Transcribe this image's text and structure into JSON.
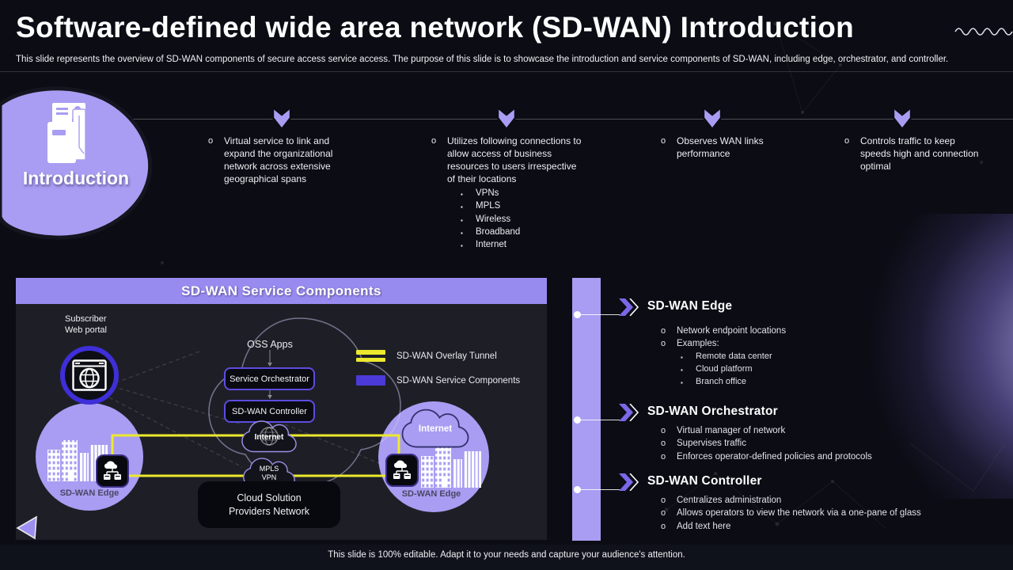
{
  "header": {
    "title": "Software-defined wide area network (SD-WAN) Introduction",
    "subtitle": "This slide represents the overview of SD-WAN components of secure access service access. The purpose of this slide is to showcase the introduction and service components of SD-WAN, including edge, orchestrator, and controller."
  },
  "intro": {
    "label": "Introduction"
  },
  "columns": [
    {
      "text": "Virtual service to link and expand the organizational network across extensive geographical spans",
      "subitems": []
    },
    {
      "text": "Utilizes following connections to allow access of business resources to users irrespective of their locations",
      "subitems": [
        "VPNs",
        "MPLS",
        "Wireless",
        "Broadband",
        "Internet"
      ]
    },
    {
      "text": "Observes WAN links performance",
      "subitems": []
    },
    {
      "text": "Controls traffic to keep speeds high and connection optimal",
      "subitems": []
    }
  ],
  "diagram": {
    "title": "SD-WAN Service Components",
    "subscriber_label": "Subscriber\nWeb portal",
    "oss_apps_label": "OSS Apps",
    "service_orchestrator_label": "Service Orchestrator",
    "controller_label": "SD-WAN Controller",
    "internet_hub_label": "Internet",
    "mpls_vpn_label": "MPLS\nVPN",
    "cloud_providers_label": "Cloud Solution\nProviders  Network",
    "internet_cloud_label": "Internet",
    "edge_left_label": "SD-WAN Edge",
    "edge_right_label": "SD-WAN Edge",
    "legend": [
      {
        "label": "SD-WAN Overlay Tunnel",
        "color": "#ece92f",
        "style": "double-line"
      },
      {
        "label": "SD-WAN Service Components",
        "color": "#4b3ad8",
        "style": "solid-rect"
      }
    ]
  },
  "sections": [
    {
      "heading": "SD-WAN Edge",
      "bullets": [
        "Network endpoint locations",
        "Examples:"
      ],
      "subbullets": [
        "Remote data center",
        "Cloud platform",
        "Branch office"
      ]
    },
    {
      "heading": "SD-WAN Orchestrator",
      "bullets": [
        "Virtual manager of network",
        "Supervises traffic",
        "Enforces operator-defined policies and protocols"
      ],
      "subbullets": []
    },
    {
      "heading": "SD-WAN Controller",
      "bullets": [
        "Centralizes administration",
        "Allows operators to view the network via a one-pane of glass",
        "Add text here"
      ],
      "subbullets": []
    }
  ],
  "footer": "This slide is 100% editable. Adapt it to your needs and capture your audience's attention.",
  "icons": {
    "intro": "document-profile-icon",
    "subscriber_portal": "globe-browser-icon",
    "edge_device": "cloud-network-icon",
    "site": "buildings-icon",
    "timeline_marker": "down-arrow-icon",
    "section_marker": "double-chevron-icon",
    "back_nav": "back-triangle-icon",
    "decoration": "squiggle-line-icon"
  },
  "colors": {
    "background": "#0b0c14",
    "accent_purple": "#a89df2",
    "header_bar_purple": "#988bf0",
    "panel_bg": "#1e1f26",
    "tunnel_yellow": "#ece92f",
    "component_blue": "#4b3ad8",
    "box_border_purple": "#5b4de0",
    "portal_ring_blue": "#3e2fd8",
    "text": "#e8e8ec"
  }
}
